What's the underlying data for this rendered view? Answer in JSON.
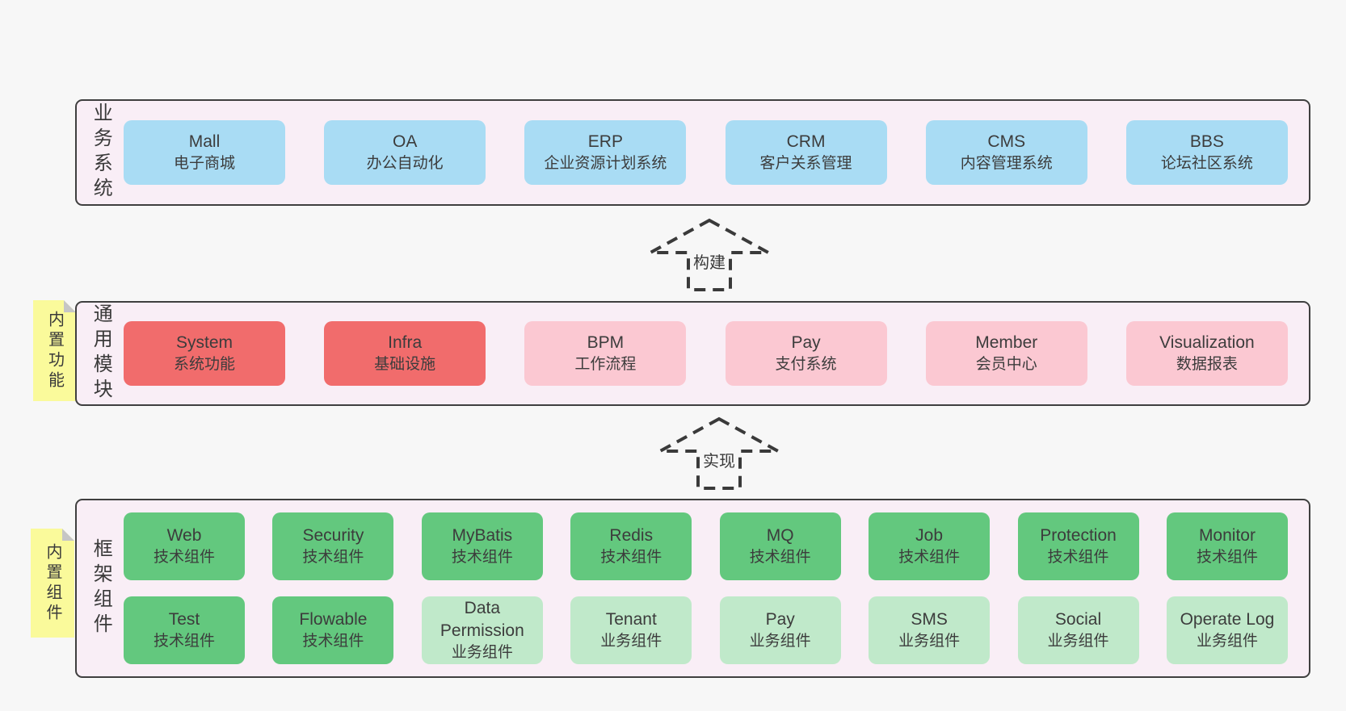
{
  "colors": {
    "page_background": "#f7f7f7",
    "band_background": "#f9eef6",
    "band_border": "#3f3f3f",
    "box_blue": "#a9dcf4",
    "box_red": "#f16c6c",
    "box_pink": "#fbc8d2",
    "box_green": "#63c87e",
    "box_light_green": "#c0e9ca",
    "sticky_yellow": "#fafa9b",
    "sticky_fold_gray": "#c6c6c6",
    "text": "#3c3c3c"
  },
  "arrows": [
    {
      "label": "构建"
    },
    {
      "label": "实现"
    }
  ],
  "bands": [
    {
      "label": "业务系统",
      "rows": [
        [
          {
            "name": "Mall",
            "sub": "电子商城"
          },
          {
            "name": "OA",
            "sub": "办公自动化"
          },
          {
            "name": "ERP",
            "sub": "企业资源计划系统"
          },
          {
            "name": "CRM",
            "sub": "客户关系管理"
          },
          {
            "name": "CMS",
            "sub": "内容管理系统"
          },
          {
            "name": "BBS",
            "sub": "论坛社区系统"
          }
        ]
      ]
    },
    {
      "label": "通用模块",
      "sticky": "内置功能",
      "rows": [
        [
          {
            "name": "System",
            "sub": "系统功能"
          },
          {
            "name": "Infra",
            "sub": "基础设施"
          },
          {
            "name": "BPM",
            "sub": "工作流程"
          },
          {
            "name": "Pay",
            "sub": "支付系统"
          },
          {
            "name": "Member",
            "sub": "会员中心"
          },
          {
            "name": "Visualization",
            "sub": "数据报表"
          }
        ]
      ]
    },
    {
      "label": "框架组件",
      "sticky": "内置组件",
      "rows": [
        [
          {
            "name": "Web",
            "sub": "技术组件"
          },
          {
            "name": "Security",
            "sub": "技术组件"
          },
          {
            "name": "MyBatis",
            "sub": "技术组件"
          },
          {
            "name": "Redis",
            "sub": "技术组件"
          },
          {
            "name": "MQ",
            "sub": "技术组件"
          },
          {
            "name": "Job",
            "sub": "技术组件"
          },
          {
            "name": "Protection",
            "sub": "技术组件"
          },
          {
            "name": "Monitor",
            "sub": "技术组件"
          }
        ],
        [
          {
            "name": "Test",
            "sub": "技术组件"
          },
          {
            "name": "Flowable",
            "sub": "技术组件"
          },
          {
            "name": "Data Permission",
            "sub": "业务组件"
          },
          {
            "name": "Tenant",
            "sub": "业务组件"
          },
          {
            "name": "Pay",
            "sub": "业务组件"
          },
          {
            "name": "SMS",
            "sub": "业务组件"
          },
          {
            "name": "Social",
            "sub": "业务组件"
          },
          {
            "name": "Operate Log",
            "sub": "业务组件"
          }
        ]
      ]
    }
  ]
}
